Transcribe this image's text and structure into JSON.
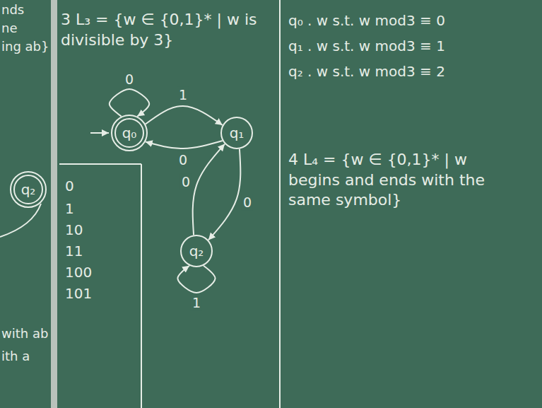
{
  "diagram": {
    "title": "3 L₃ = {w ∈ {0,1}* | w is divisible by 3}",
    "nodes": [
      {
        "text": [
          "q₂"
        ]
      },
      {
        "text": [
          "q₀"
        ]
      },
      {
        "text": [
          "q₁"
        ]
      },
      {
        "text": [
          "q₂"
        ]
      }
    ],
    "edges": [
      {
        "from": 1,
        "to": 1,
        "label": "0",
        "arrow": "to"
      },
      {
        "from": 1,
        "to": 2,
        "label": "1",
        "arrow": "to"
      },
      {
        "from": 2,
        "to": 1,
        "label": "0",
        "arrow": "to"
      },
      {
        "from": 2,
        "to": 3,
        "label": "0",
        "arrow": "to"
      },
      {
        "from": 3,
        "to": 2,
        "label": "0",
        "arrow": "to"
      },
      {
        "from": 3,
        "to": 3,
        "label": "1",
        "arrow": "to"
      }
    ],
    "labels": [
      "nds",
      "ne",
      "ing ab}",
      "with ab",
      "ith a",
      "0",
      "1",
      "10",
      "11",
      "100",
      "101",
      "q₀ . w s.t. w mod3 ≡ 0",
      "q₁ . w s.t. w mod3 ≡ 1",
      "q₂ . w s.t. w mod3 ≡ 2",
      "4 L₄ = {w ∈ {0,1}* | w begins and ends with the same symbol}"
    ]
  }
}
